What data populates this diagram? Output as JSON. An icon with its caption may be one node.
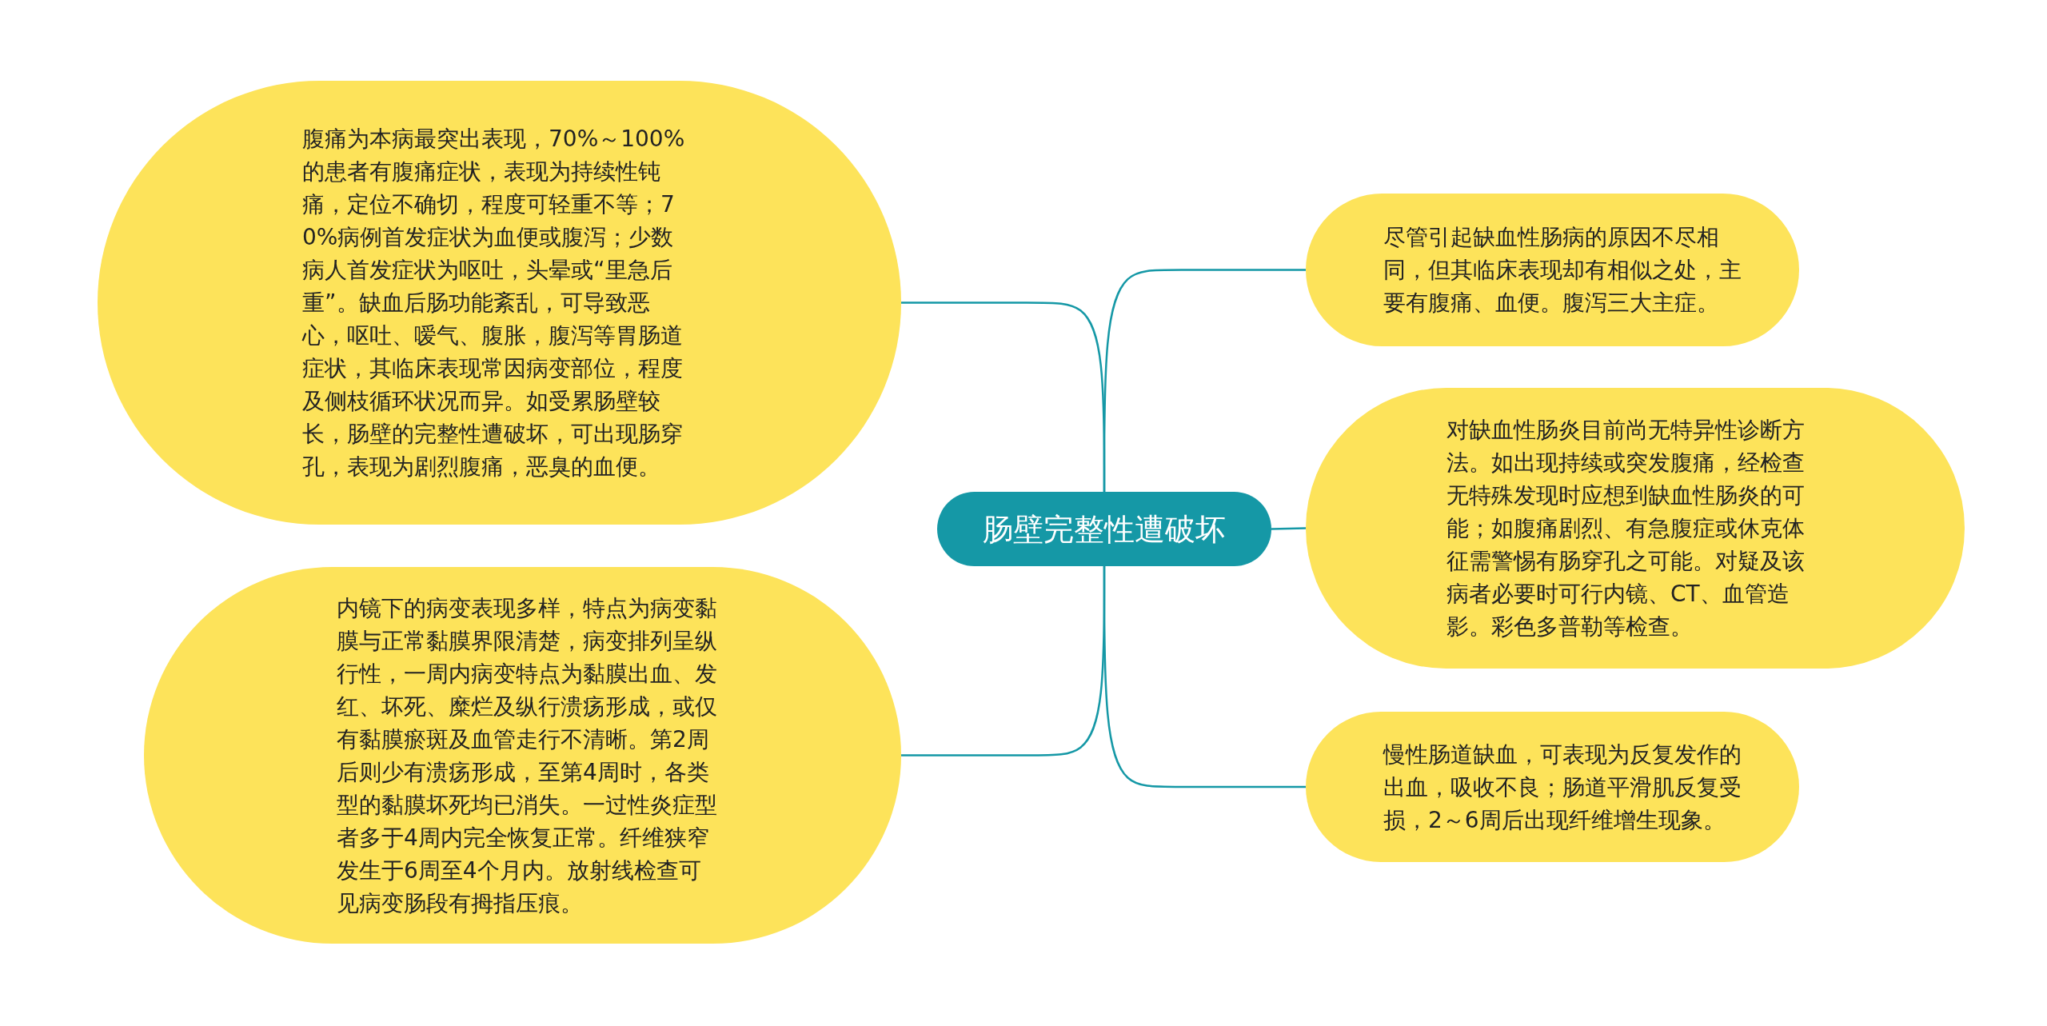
{
  "diagram": {
    "nodes": [
      {
        "text": [
          "肠壁完整性遭破坏"
        ]
      },
      {
        "text": [
          "腹痛为本病最突出表现，70%～100%的患者有腹痛症状，表现为持续性钝痛，定位不确切，程度可轻重不等；70%病例首发症状为血便或腹泻；少数病人首发症状为呕吐，头晕或“里急后重”。缺血后肠功能紊乱，可导致恶心，呕吐、嗳气、腹胀，腹泻等胃肠道症状，其临床表现常因病变部位，程度及侧枝循环状况而异。如受累肠壁较长，肠壁的完整性遭破坏，可出现肠穿孔，表现为剧烈腹痛，恶臭的血便。"
        ]
      },
      {
        "text": [
          "内镜下的病变表现多样，特点为病变黏膜与正常黏膜界限清楚，病变排列呈纵行性，一周内病变特点为黏膜出血、发红、坏死、糜烂及纵行溃疡形成，或仅有黏膜瘀斑及血管走行不清晰。第2周后则少有溃疡形成，至第4周时，各类型的黏膜坏死均已消失。一过性炎症型者多于4周内完全恢复正常。纤维狭窄发生于6周至4个月内。放射线检查可见病变肠段有拇指压痕。"
        ]
      },
      {
        "text": [
          "尽管引起缺血性肠病的原因不尽相同，但其临床表现却有相似之处，主要有腹痛、血便。腹泻三大主症。"
        ]
      },
      {
        "text": [
          "对缺血性肠炎目前尚无特异性诊断方法。如出现持续或突发腹痛，经检查无特殊发现时应想到缺血性肠炎的可能；如腹痛剧烈、有急腹症或休克体征需警惕有肠穿孔之可能。对疑及该病者必要时可行内镜、CT、血管造影。彩色多普勒等检查。"
        ]
      },
      {
        "text": [
          "慢性肠道缺血，可表现为反复发作的出血，吸收不良；肠道平滑肌反复受损，2～6周后出现纤维增生现象。"
        ]
      }
    ],
    "edges": [
      {
        "from": 0,
        "to": 1,
        "arrow": "none"
      },
      {
        "from": 0,
        "to": 2,
        "arrow": "none"
      },
      {
        "from": 0,
        "to": 3,
        "arrow": "none"
      },
      {
        "from": 0,
        "to": 4,
        "arrow": "none"
      },
      {
        "from": 0,
        "to": 5,
        "arrow": "none"
      }
    ]
  }
}
